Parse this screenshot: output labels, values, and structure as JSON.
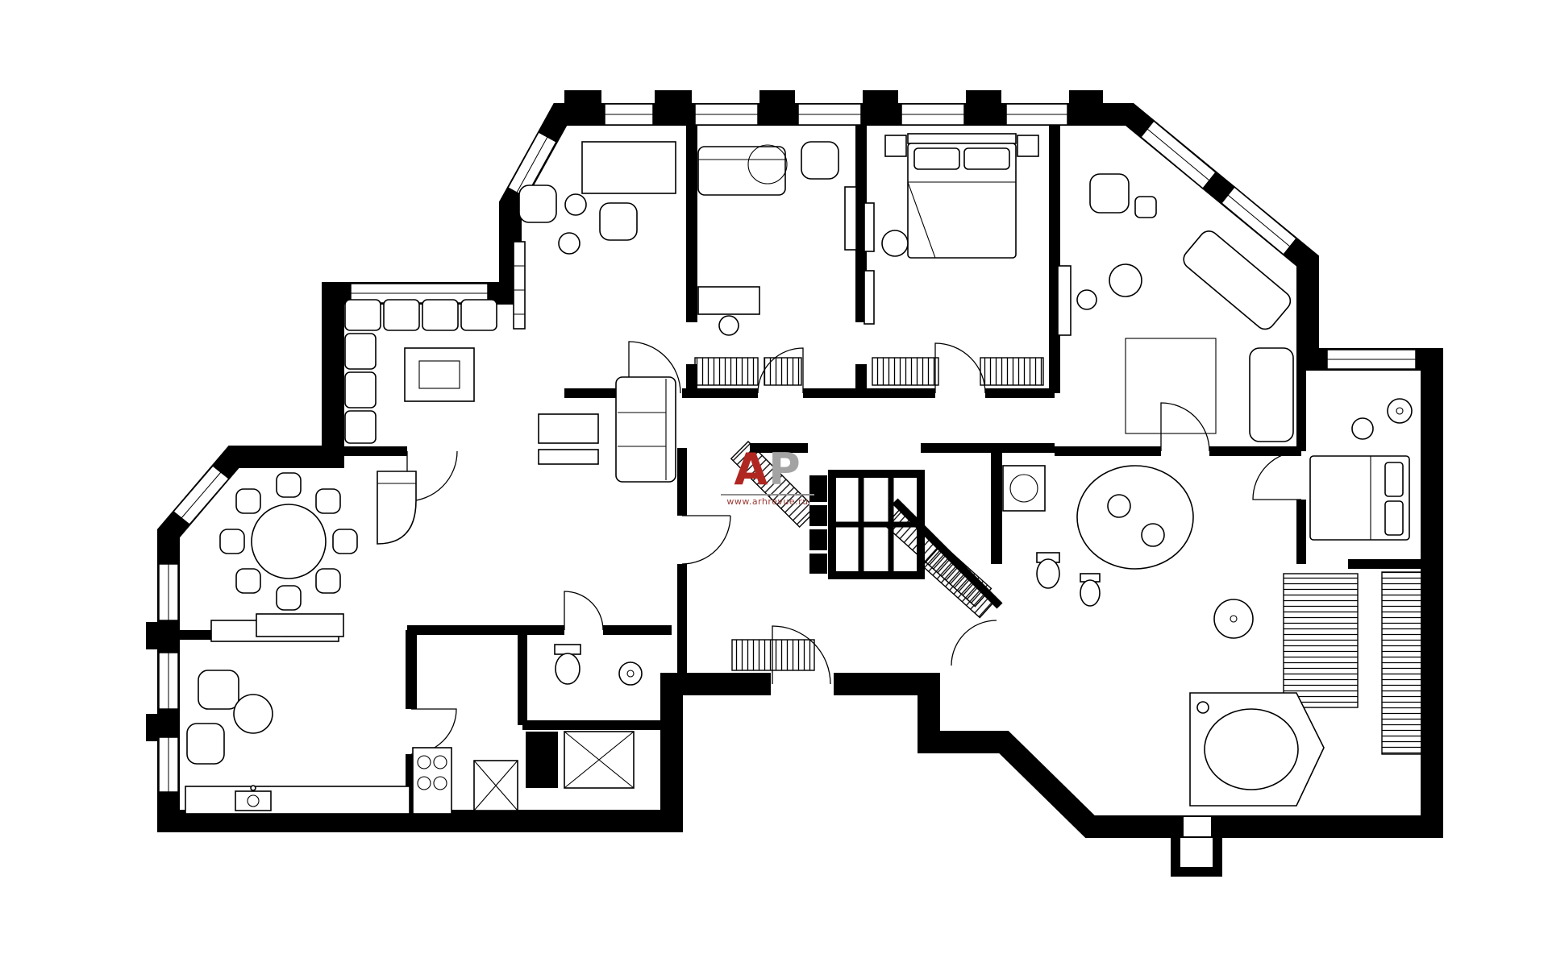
{
  "watermark": {
    "letter_a": "А",
    "letter_p": "Р",
    "url": "www.arhrevue.ru",
    "color_letter_a": "#b02721",
    "color_letter_p": "#a3a3a3",
    "color_url": "#9b3c36"
  },
  "plan": {
    "wall_color": "#000000",
    "background": "#ffffff",
    "line_color": "#000000"
  }
}
